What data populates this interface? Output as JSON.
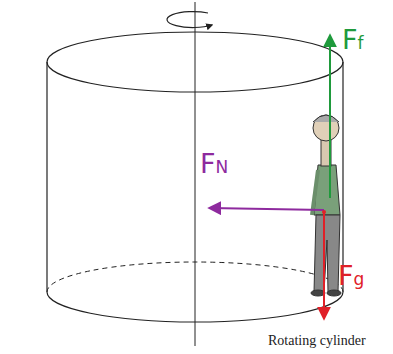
{
  "diagram": {
    "caption": "Rotating cylinder",
    "labels": [
      "Ff",
      "FN",
      "Fg"
    ]
  }
}
